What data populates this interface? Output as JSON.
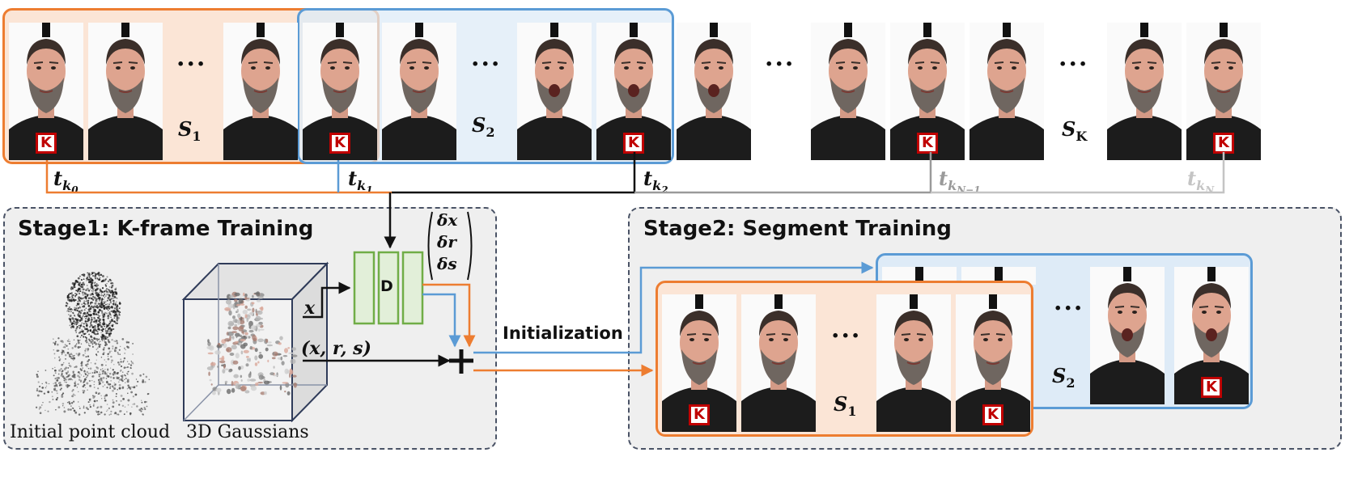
{
  "key_badge": "K",
  "ellipsis": "...",
  "segments": {
    "s1": {
      "base": "S",
      "sub": "1"
    },
    "s2": {
      "base": "S",
      "sub": "2"
    },
    "sk": {
      "base": "S",
      "sub": "K"
    }
  },
  "time_labels": [
    {
      "base": "t",
      "sub": "k",
      "subsub": "0"
    },
    {
      "base": "t",
      "sub": "k",
      "subsub": "1"
    },
    {
      "base": "t",
      "sub": "k",
      "subsub": "2"
    },
    {
      "base": "t",
      "sub": "k",
      "subsub": "N−1"
    },
    {
      "base": "t",
      "sub": "k",
      "subsub": "N"
    }
  ],
  "stage1": {
    "title": "Stage1: K-frame Training",
    "point_cloud_caption": "Initial point cloud",
    "gaussians_caption": "3D Gaussians",
    "decoder_label": "D",
    "input_x": "x",
    "params": "(x, r, s)",
    "deltas": [
      "δx",
      "δr",
      "δs"
    ]
  },
  "initialization_label": "Initialization",
  "stage2": {
    "title": "Stage2: Segment Training",
    "s1": {
      "base": "S",
      "sub": "1"
    },
    "s2": {
      "base": "S",
      "sub": "2"
    }
  },
  "colors": {
    "orange": "#ed7d31",
    "blue": "#5b9bd5",
    "green": "#70ad47",
    "key_red": "#c00000",
    "gray": "#9a9a9a",
    "light_gray": "#c4c4c4",
    "orange_fill": "#fbe5d6",
    "blue_fill": "#deebf7"
  }
}
